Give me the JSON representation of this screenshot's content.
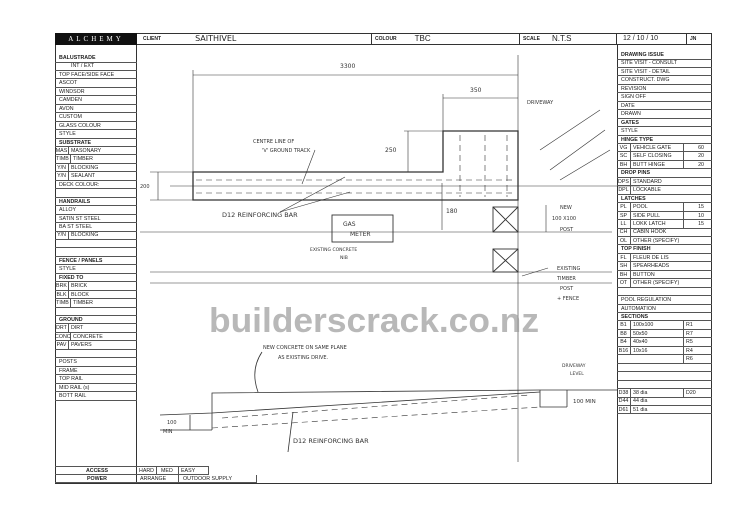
{
  "header": {
    "logo": "ALCHEMY",
    "client_label": "CLIENT",
    "client": "SAITHIVEL",
    "colour_label": "COLOUR",
    "colour": "TBC",
    "scale_label": "SCALE",
    "scale": "N.T.S",
    "date": "12 / 10 / 10",
    "initials": "JN"
  },
  "left": [
    {
      "t": "BALUSTRADE",
      "b": 1
    },
    {
      "t": "INT   /   EXT",
      "c": 1
    },
    {
      "t": "TOP FACE/SIDE FACE"
    },
    {
      "t": "ASCOT"
    },
    {
      "t": "WINDSOR"
    },
    {
      "t": "CAMDEN"
    },
    {
      "t": "AVON"
    },
    {
      "t": "CUSTOM"
    },
    {
      "t": "GLASS COLOUR"
    },
    {
      "t": "STYLE"
    },
    {
      "t": "SUBSTRATE",
      "b": 1
    },
    {
      "code": "MAS",
      "t": "MASONARY"
    },
    {
      "code": "TIMB",
      "t": "TIMBER"
    },
    {
      "code": "Y/N",
      "t": "BLOCKING"
    },
    {
      "code": "Y/N",
      "t": "SEALANT"
    },
    {
      "t": "DECK COLOUR:"
    },
    {
      "t": ""
    },
    {
      "t": "HANDRAILS",
      "b": 1
    },
    {
      "t": "ALLOY"
    },
    {
      "t": "SATIN  ST STEEL"
    },
    {
      "t": "BA  ST STEEL"
    },
    {
      "code": "Y/N",
      "t": "BLOCKING"
    },
    {
      "t": ""
    },
    {
      "t": ""
    },
    {
      "t": "FENCE / PANELS",
      "b": 1
    },
    {
      "t": "STYLE"
    },
    {
      "t": "FIXED TO",
      "b": 1
    },
    {
      "code": "BRK",
      "t": "BRICK"
    },
    {
      "code": "BLK",
      "t": "BLOCK"
    },
    {
      "code": "TIMB",
      "t": "TIMBER"
    },
    {
      "t": ""
    },
    {
      "t": "GROUND",
      "b": 1
    },
    {
      "code": "DRT",
      "t": "DIRT"
    },
    {
      "code": "CONC",
      "t": "CONCRETE"
    },
    {
      "code": "PAV",
      "t": "PAVERS"
    },
    {
      "t": ""
    },
    {
      "t": "POSTS"
    },
    {
      "t": "FRAME"
    },
    {
      "t": "TOP RAIL"
    },
    {
      "t": "MID RAIL (s)"
    },
    {
      "t": "BOTT RAIL"
    }
  ],
  "footer": {
    "access": "ACCESS",
    "power": "POWER",
    "hard": "HARD",
    "med": "MED",
    "easy": "EASY",
    "arrange": "ARRANGE",
    "outdoor": "OUTDOOR SUPPLY"
  },
  "right": [
    {
      "t": "DRAWING ISSUE",
      "b": 1
    },
    {
      "t": "SITE VISIT - CONSULT"
    },
    {
      "t": "SITE VISIT - DETAIL"
    },
    {
      "t": "CONSTRUCT. DWG"
    },
    {
      "t": "REVISION"
    },
    {
      "t": "SIGN OFF"
    },
    {
      "t": "DATE"
    },
    {
      "t": "DRAWN"
    },
    {
      "t": "GATES",
      "b": 1
    },
    {
      "t": "STYLE"
    },
    {
      "t": "HINGE TYPE",
      "b": 1
    },
    {
      "code": "VG",
      "t": "VEHICLE GATE",
      "n": "60"
    },
    {
      "code": "SC",
      "t": "SELF CLOSING",
      "n": "20"
    },
    {
      "code": "BH",
      "t": "BUTT HINGE",
      "n": "20"
    },
    {
      "t": "DROP PINS",
      "b": 1
    },
    {
      "code": "DPS",
      "t": "STANDARD"
    },
    {
      "code": "DPL",
      "t": "LOCKABLE"
    },
    {
      "t": "LATCHES",
      "b": 1
    },
    {
      "code": "PL",
      "t": "POOL",
      "n": "15"
    },
    {
      "code": "SP",
      "t": "SIDE PULL",
      "n": "10"
    },
    {
      "code": "LL",
      "t": "LOKK LATCH",
      "n": "15"
    },
    {
      "code": "CH",
      "t": "CABIN HOOK"
    },
    {
      "code": "OL",
      "t": "OTHER (SPECIFY)"
    },
    {
      "t": "TOP FINISH",
      "b": 1
    },
    {
      "code": "FL",
      "t": "FLEUR DE LIS"
    },
    {
      "code": "SH",
      "t": "SPEARHEADS"
    },
    {
      "code": "BH",
      "t": "BUTTON"
    },
    {
      "code": "OT",
      "t": "OTHER (SPECIFY)"
    },
    {
      "t": ""
    },
    {
      "t": "POOL REGULATION"
    },
    {
      "t": "AUTOMATION"
    },
    {
      "t": "SECTIONS",
      "b": 1
    },
    {
      "code": "B1",
      "t": "100x100",
      "r": "R1"
    },
    {
      "code": "B8",
      "t": "50x50",
      "r": "R7"
    },
    {
      "code": "B4",
      "t": "40x40",
      "r": "R5"
    },
    {
      "code": "B16",
      "t": "10x16",
      "r": "R4"
    },
    {
      "t": "",
      "r": "R6"
    },
    {
      "t": ""
    },
    {
      "t": ""
    },
    {
      "t": ""
    },
    {
      "code": "D38",
      "t": "38 dia",
      "r": "D20"
    },
    {
      "code": "D44",
      "t": "44 dia"
    },
    {
      "code": "D61",
      "t": "51 dia"
    }
  ],
  "drawing": {
    "dim_total": "3300",
    "dim_350": "350",
    "dim_250": "250",
    "dim_200": "200",
    "dim_180": "180",
    "driveway": "DRIVEWAY",
    "centre1": "CENTRE LINE OF",
    "centre2": "'V' GROUND TRACK",
    "bar": "D12 REINFORCING BAR",
    "gas1": "GAS",
    "gas2": "METER",
    "nib1": "EXISTING CONCRETE",
    "nib2": "NIB",
    "post1": "NEW",
    "post2": "100 X100",
    "post3": "POST",
    "ex1": "EXISTING",
    "ex2": "TIMBER",
    "ex3": "POST",
    "ex4": "+ FENCE",
    "sec1": "NEW CONCRETE ON SAME PLANE",
    "sec2": "AS EXISTING DRIVE.",
    "dl1": "DRIVEWAY",
    "dl2": "LEVEL",
    "min_r": "100 MIN",
    "min_l1": "100",
    "min_l2": "MIN",
    "bar2": "D12 REINFORCING BAR"
  },
  "watermark": "builderscrack.co.nz"
}
